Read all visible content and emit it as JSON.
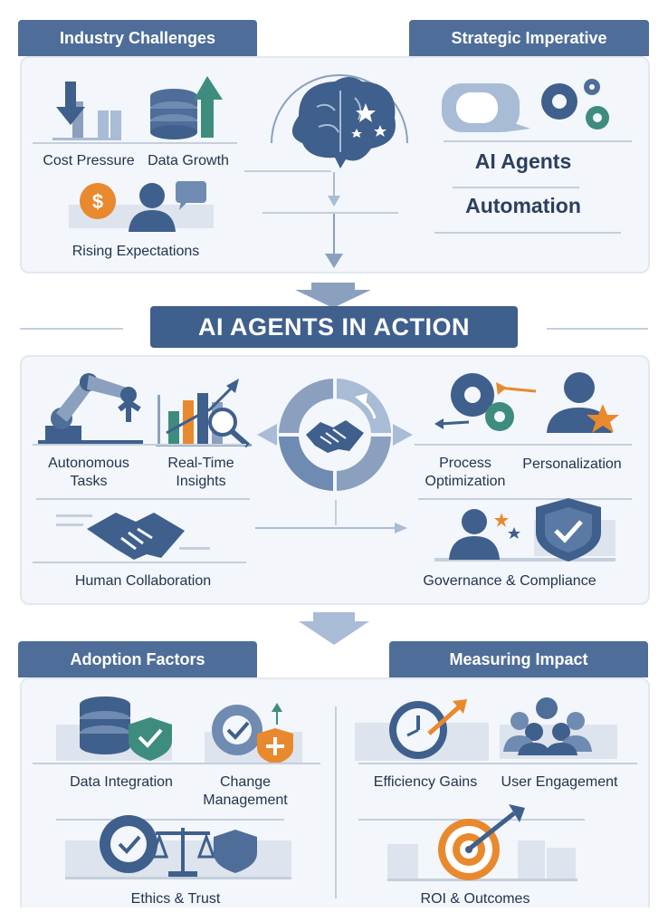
{
  "top": {
    "left_tab": "Industry Challenges",
    "right_tab": "Strategic Imperative",
    "cost_pressure": "Cost Pressure",
    "data_growth": "Data Growth",
    "rising_expectations": "Rising Expectations",
    "ai_agents": "AI Agents",
    "automation": "Automation"
  },
  "banner": "AI AGENTS IN ACTION",
  "middle": {
    "autonomous_tasks": [
      "Autonomous",
      "Tasks"
    ],
    "real_time_insights": [
      "Real-Time",
      "Insights"
    ],
    "process_optimization": [
      "Process",
      "Optimization"
    ],
    "personalization": "Personalization",
    "human_collaboration": "Human Collaboration",
    "governance": "Governance & Compliance"
  },
  "bottom": {
    "left_tab": "Adoption Factors",
    "right_tab": "Measuring Impact",
    "data_integration": "Data Integration",
    "change_management": [
      "Change",
      "Management"
    ],
    "ethics_trust": "Ethics & Trust",
    "efficiency_gains": "Efficiency Gains",
    "user_engagement": "User Engagement",
    "roi_outcomes": "ROI & Outcomes"
  },
  "colors": {
    "navy": "#3f5f8c",
    "slate": "#5a7aa5",
    "light": "#a9bcd6",
    "teal": "#3e8c7e",
    "orange": "#e9892e"
  }
}
